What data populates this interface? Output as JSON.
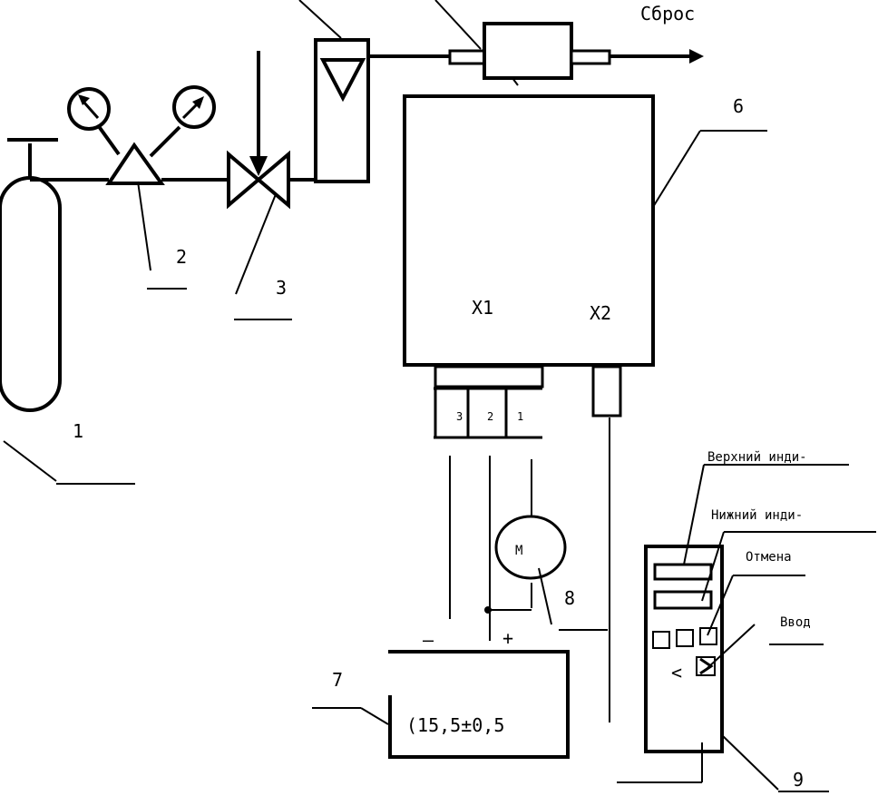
{
  "labels": {
    "vent": "Сброс",
    "n1": "1",
    "n2": "2",
    "n3": "3",
    "n6": "6",
    "n7": "7",
    "n8": "8",
    "n9": "9",
    "x1": "Х1",
    "x2": "Х2",
    "pin3": "3",
    "pin2": "2",
    "pin1": "1",
    "motor": "М",
    "minus": "–",
    "plus": "+",
    "psu_voltage": "(15,5±0,5",
    "upper_indicator": "Верхний инди-",
    "lower_indicator": "Нижний инди-",
    "cancel": "Отмена",
    "enter": "Ввод",
    "arrows": "<"
  }
}
